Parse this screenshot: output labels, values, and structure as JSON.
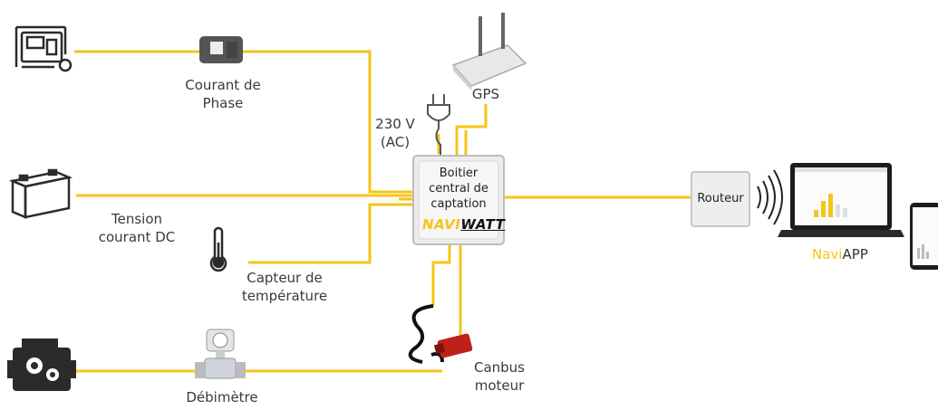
{
  "labels": {
    "courant_phase": [
      "Courant de",
      "Phase"
    ],
    "gps": "GPS",
    "voltage": [
      "230 V",
      "(AC)"
    ],
    "tension": [
      "Tension",
      "courant DC"
    ],
    "capteur": [
      "Capteur de",
      "température"
    ],
    "canbus": [
      "Canbus",
      "moteur"
    ],
    "debimetre": "Débimètre",
    "boitier": [
      "Boitier",
      "central de",
      "captation"
    ],
    "brand_part1": "NAVI",
    "brand_part2": "WATT",
    "routeur": "Routeur",
    "naviapp_part1": "Navi",
    "naviapp_part2": "APP"
  },
  "colors": {
    "line": "#f5c518",
    "brand_yellow": "#f5c518",
    "icon_dark": "#2b2b2b",
    "canbus_red": "#c0201a"
  },
  "icons": [
    "generator-icon",
    "phase-clamp-icon",
    "gps-router-icon",
    "plug-icon",
    "battery-icon",
    "thermometer-icon",
    "engine-icon",
    "flowmeter-icon",
    "canbus-cable-icon",
    "central-box-icon",
    "router-box-icon",
    "wifi-icon",
    "laptop-icon",
    "phone-icon"
  ]
}
